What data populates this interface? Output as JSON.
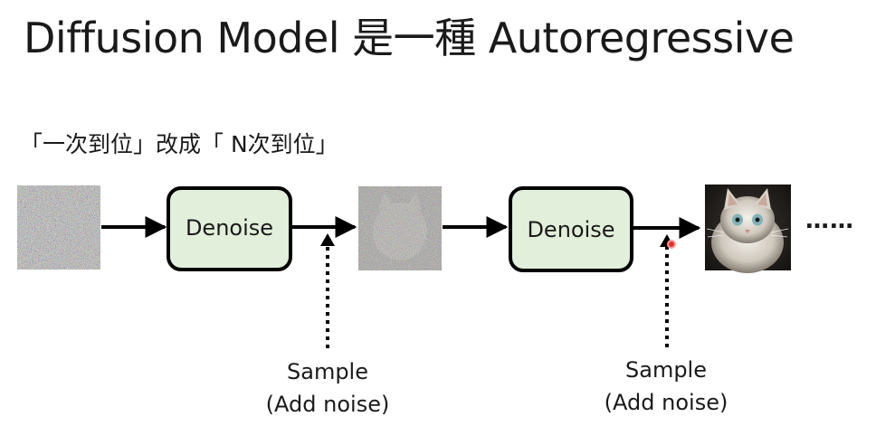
{
  "title": "Diffusion Model 是一種 Autoregressive",
  "subtitle": "「一次到位」改成「 N次到位」",
  "steps": [
    {
      "label": "Denoise"
    },
    {
      "label": "Denoise"
    }
  ],
  "sample_labels": [
    {
      "line1": "Sample",
      "line2": "(Add noise)"
    },
    {
      "line1": "Sample",
      "line2": "(Add noise)"
    }
  ],
  "ellipsis": "……",
  "colors": {
    "box_fill": "#e2efda",
    "box_stroke": "#000000",
    "arrow": "#000000",
    "pointer": "#e53030"
  },
  "icons": {
    "noise_image": "pure-noise-image-icon",
    "partial_image": "noisy-cat-image-icon",
    "final_image": "cat-image-icon"
  }
}
